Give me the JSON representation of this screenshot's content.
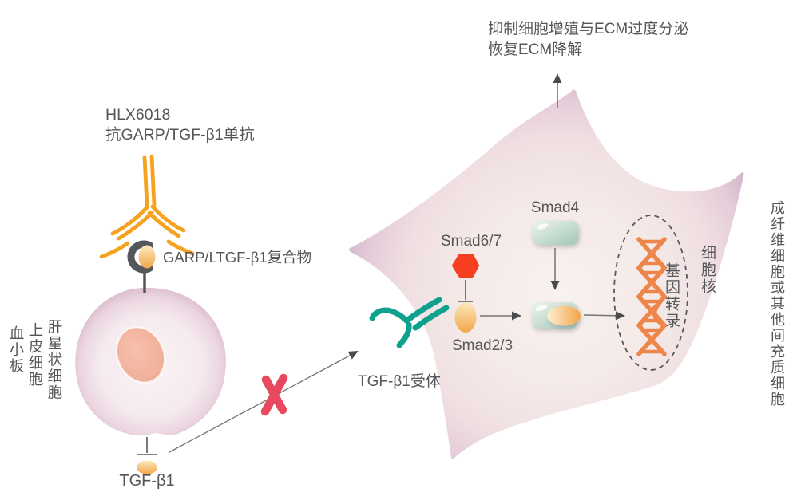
{
  "diagram": {
    "antibody": {
      "line1": "HLX6018",
      "line2": "抗GARP/TGF-β1单抗"
    },
    "complex_label": "GARP/LTGF-β1复合物",
    "source_cells": [
      "肝星状细胞",
      "上皮细胞",
      "血小板"
    ],
    "ligand_label": "TGF-β1",
    "receptor_label": "TGF-β1受体",
    "signaling": {
      "smad67": "Smad6/7",
      "smad23": "Smad2/3",
      "smad4": "Smad4"
    },
    "nucleus": {
      "label": "细胞核",
      "transcription_label": "基因转录"
    },
    "target_cell_label": "成纤维细胞或其他间充质细胞",
    "outcome": {
      "line1": "抑制细胞增殖与ECM过度分泌",
      "line2": "恢复ECM降解"
    }
  },
  "colors": {
    "antibody_orange": "#F5A21F",
    "garp_gray": "#55565A",
    "ltgf_oval_orange": "#F3B964",
    "source_cell_fill": "#F8F0F3",
    "source_cell_edge": "#D8B9CB",
    "source_cell_nucleus": "#F2B49F",
    "block_x_red": "#E8495E",
    "receptor_teal": "#0EA18E",
    "smad67_red": "#F63E20",
    "smad_oval_orange": "#F2A74A",
    "smad4_sage": "#A5CABA",
    "dna_orange": "#EE854B",
    "big_cell_center": "#F8F2EE",
    "big_cell_tip_purple": "#C7ABC7",
    "text_gray": "#55565A",
    "arrow_gray": "#737377"
  }
}
